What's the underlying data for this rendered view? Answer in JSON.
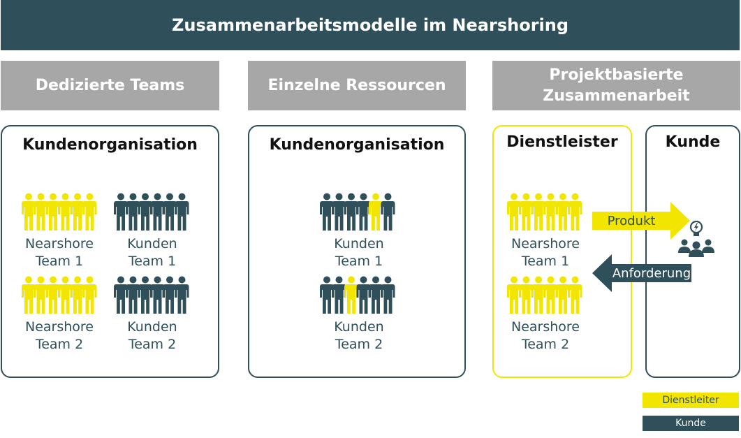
{
  "title": "Zusammenarbeitsmodelle im Nearshoring",
  "columns": [
    {
      "title": "Dedizierte Teams"
    },
    {
      "title": "Einzelne Ressourcen"
    },
    {
      "title_line1": "Projektbasierte",
      "title_line2": "Zusammenarbeit"
    }
  ],
  "panel1": {
    "title": "Kundenorganisation",
    "groups": [
      {
        "line1": "Nearshore",
        "line2": "Team 1"
      },
      {
        "line1": "Kunden",
        "line2": "Team 1"
      },
      {
        "line1": "Nearshore",
        "line2": "Team 2"
      },
      {
        "line1": "Kunden",
        "line2": "Team 2"
      }
    ]
  },
  "panel2": {
    "title": "Kundenorganisation",
    "groups": [
      {
        "line1": "Kunden",
        "line2": "Team 1"
      },
      {
        "line1": "Kunden",
        "line2": "Team 2"
      }
    ]
  },
  "panel3": {
    "provider_title": "Dienstleister",
    "client_title": "Kunde",
    "groups": [
      {
        "line1": "Nearshore",
        "line2": "Team 1"
      },
      {
        "line1": "Nearshore",
        "line2": "Team 2"
      }
    ],
    "arrow_right_label": "Produkt",
    "arrow_left_label": "Anforderung",
    "client_icon": "lightbulb-team-icon"
  },
  "legend": {
    "provider": "Dienstleiter",
    "client": "Kunde"
  },
  "colors": {
    "dark": "#2f4f5a",
    "yellow": "#f2e600",
    "gray": "#a7a7a7"
  }
}
